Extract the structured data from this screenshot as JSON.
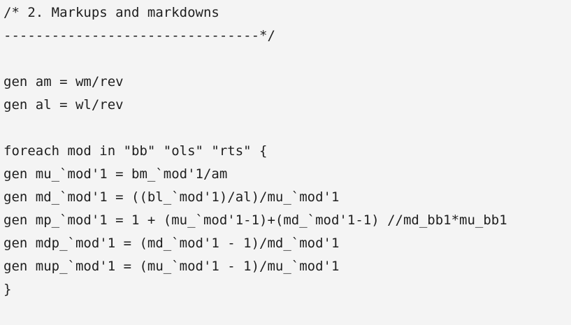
{
  "code": {
    "lines": [
      "/* 2. Markups and markdowns",
      "--------------------------------*/",
      "",
      "gen am = wm/rev",
      "gen al = wl/rev",
      "",
      "foreach mod in \"bb\" \"ols\" \"rts\" {",
      "gen mu_`mod'1 = bm_`mod'1/am",
      "gen md_`mod'1 = ((bl_`mod'1)/al)/mu_`mod'1",
      "gen mp_`mod'1 = 1 + (mu_`mod'1-1)+(md_`mod'1-1) //md_bb1*mu_bb1",
      "gen mdp_`mod'1 = (md_`mod'1 - 1)/md_`mod'1",
      "gen mup_`mod'1 = (mu_`mod'1 - 1)/mu_`mod'1",
      "}"
    ]
  }
}
